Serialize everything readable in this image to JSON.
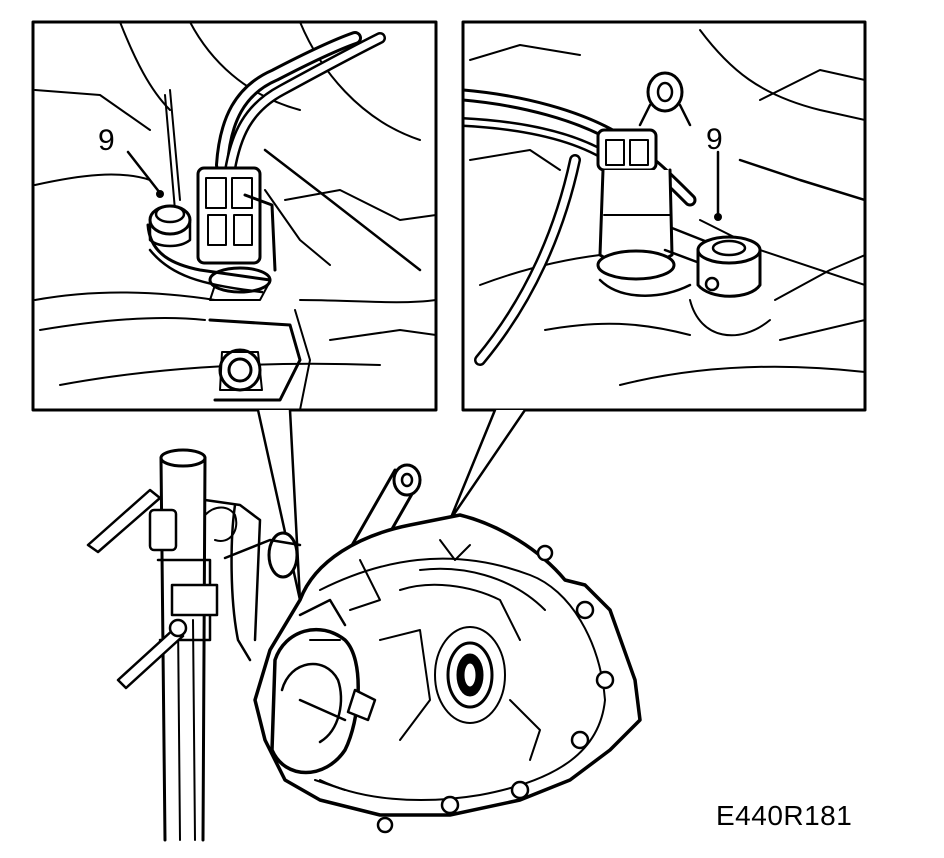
{
  "diagram": {
    "figure_id": "E440R181",
    "callouts": [
      {
        "number": "9",
        "part": "bolt"
      },
      {
        "number": "9",
        "part": "bolt"
      }
    ],
    "colors": {
      "line": "#000000",
      "background": "#ffffff"
    }
  }
}
